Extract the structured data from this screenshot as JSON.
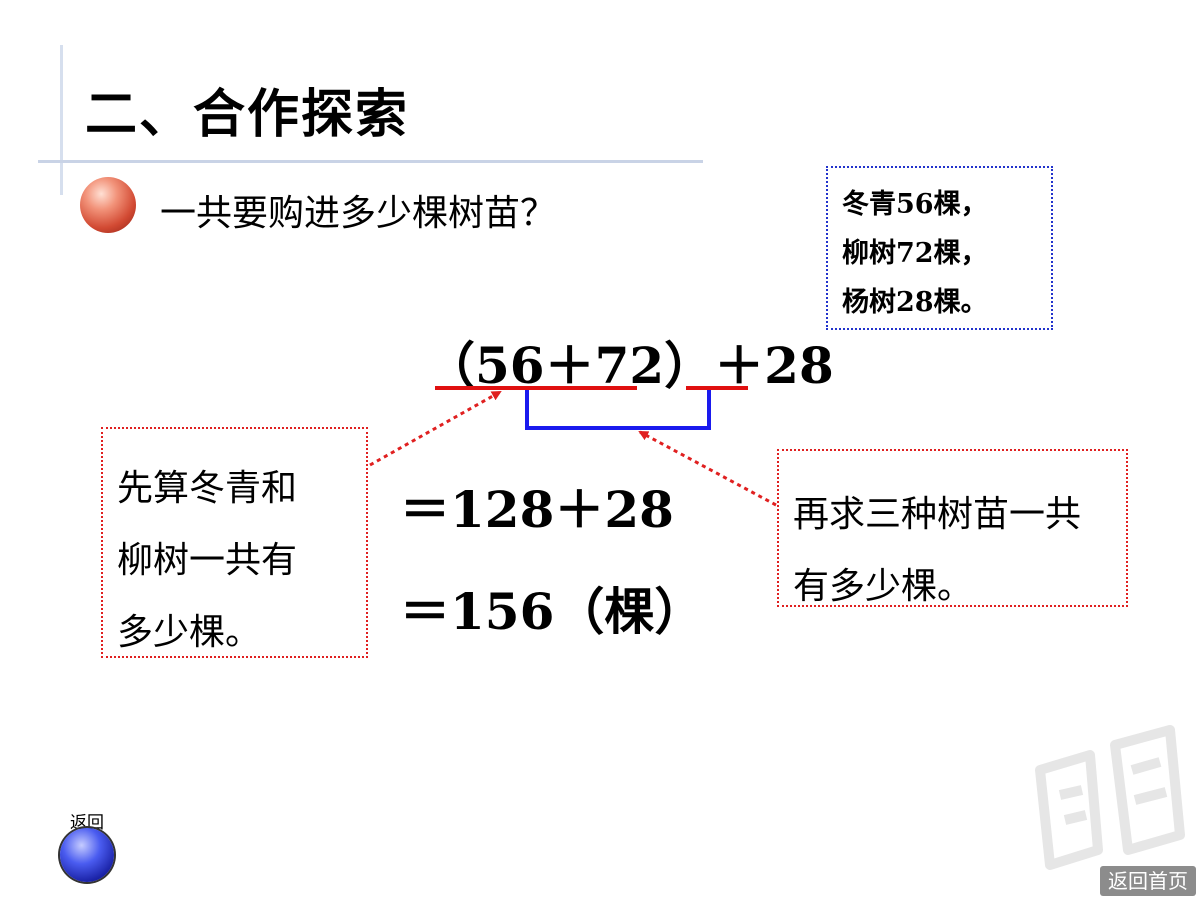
{
  "slide": {
    "title": "二、合作探索",
    "question": "一共要购进多少棵树苗？"
  },
  "info_box": {
    "lines": [
      "冬青56棵，",
      "柳树72棵，",
      "杨树28棵。"
    ]
  },
  "calculation": {
    "expression": "（56＋72）＋28",
    "step1": "＝128＋28",
    "step2": "＝156（棵）"
  },
  "notes": {
    "left": [
      "先算冬青和",
      "柳树一共有",
      "多少棵。"
    ],
    "right": [
      "再求三种树苗一共",
      "有多少棵。"
    ]
  },
  "navigation": {
    "back_label": "返回",
    "home_label": "返回首页"
  },
  "colors": {
    "underline_red": "#e01010",
    "bracket_blue": "#1a1aee",
    "arrow_red": "#e02020",
    "info_border": "#2233cc"
  },
  "icons": {
    "bullet": "red-sphere-icon",
    "back": "blue-sphere-button-icon",
    "watermark": "decorative-watermark-icon"
  }
}
